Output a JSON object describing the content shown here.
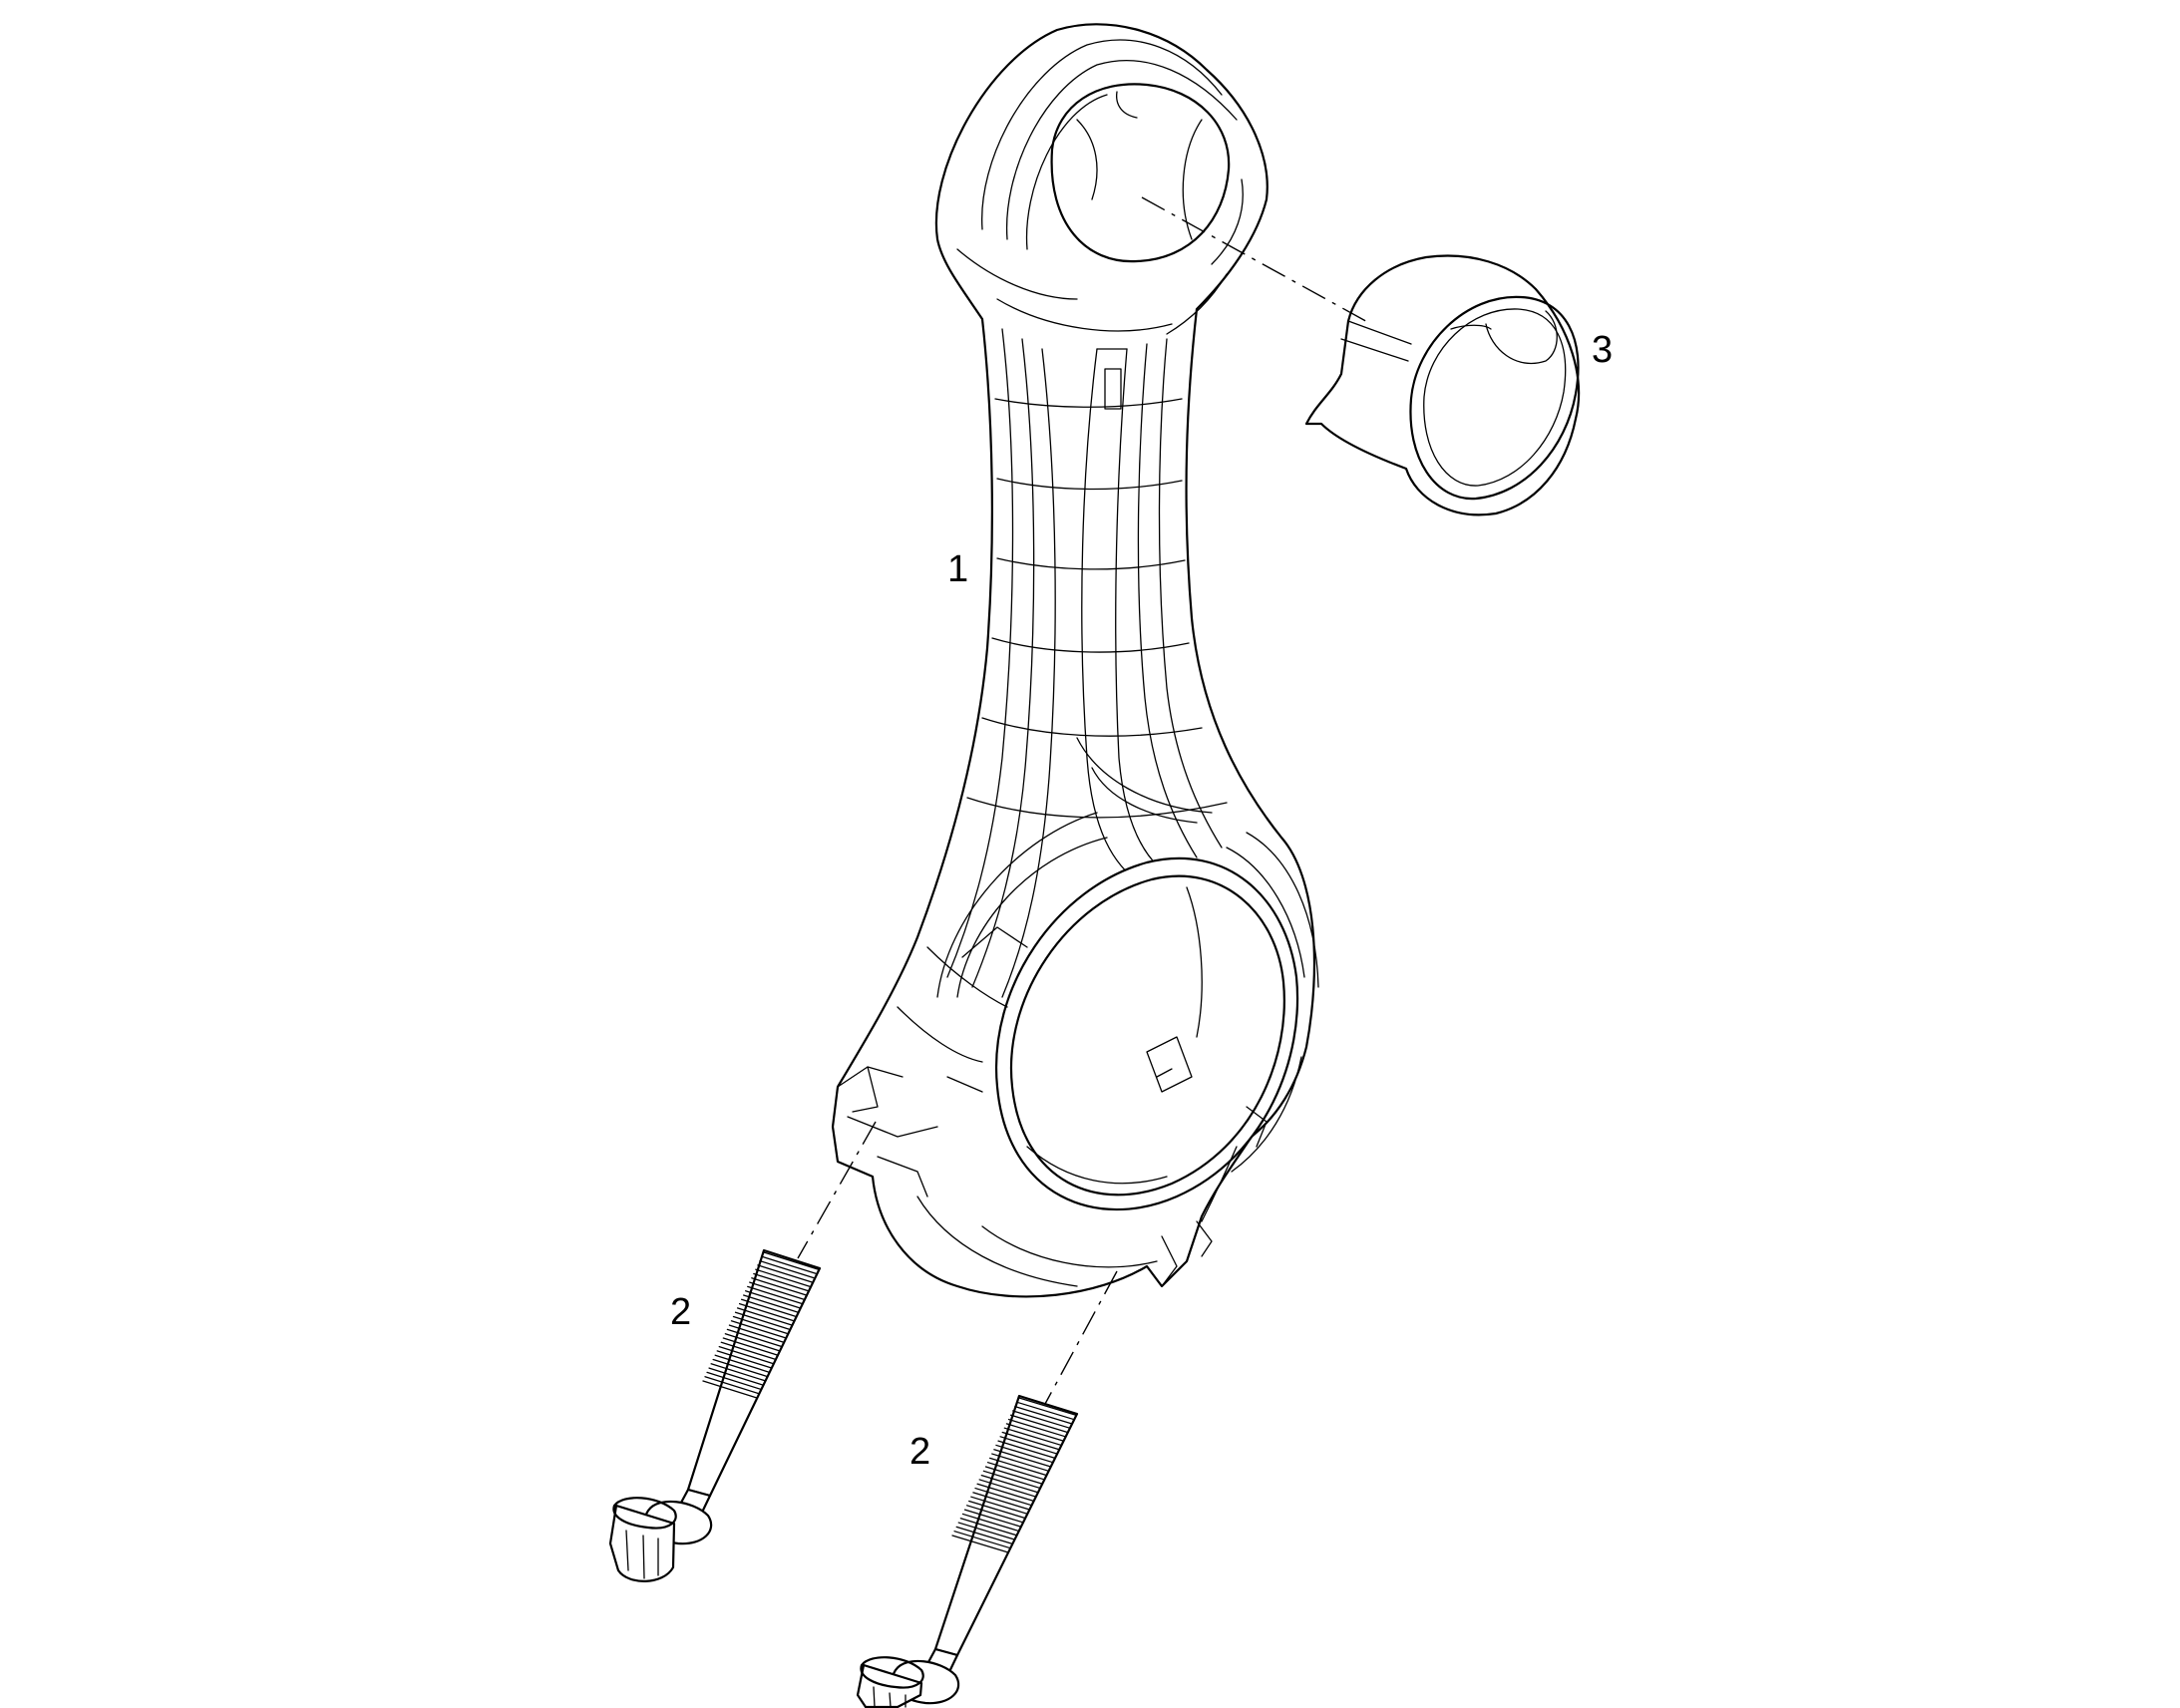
{
  "diagram": {
    "type": "exploded-parts-view",
    "callouts": {
      "rod": "1",
      "bolt_a": "2",
      "bolt_b": "2",
      "bushing": "3"
    }
  }
}
